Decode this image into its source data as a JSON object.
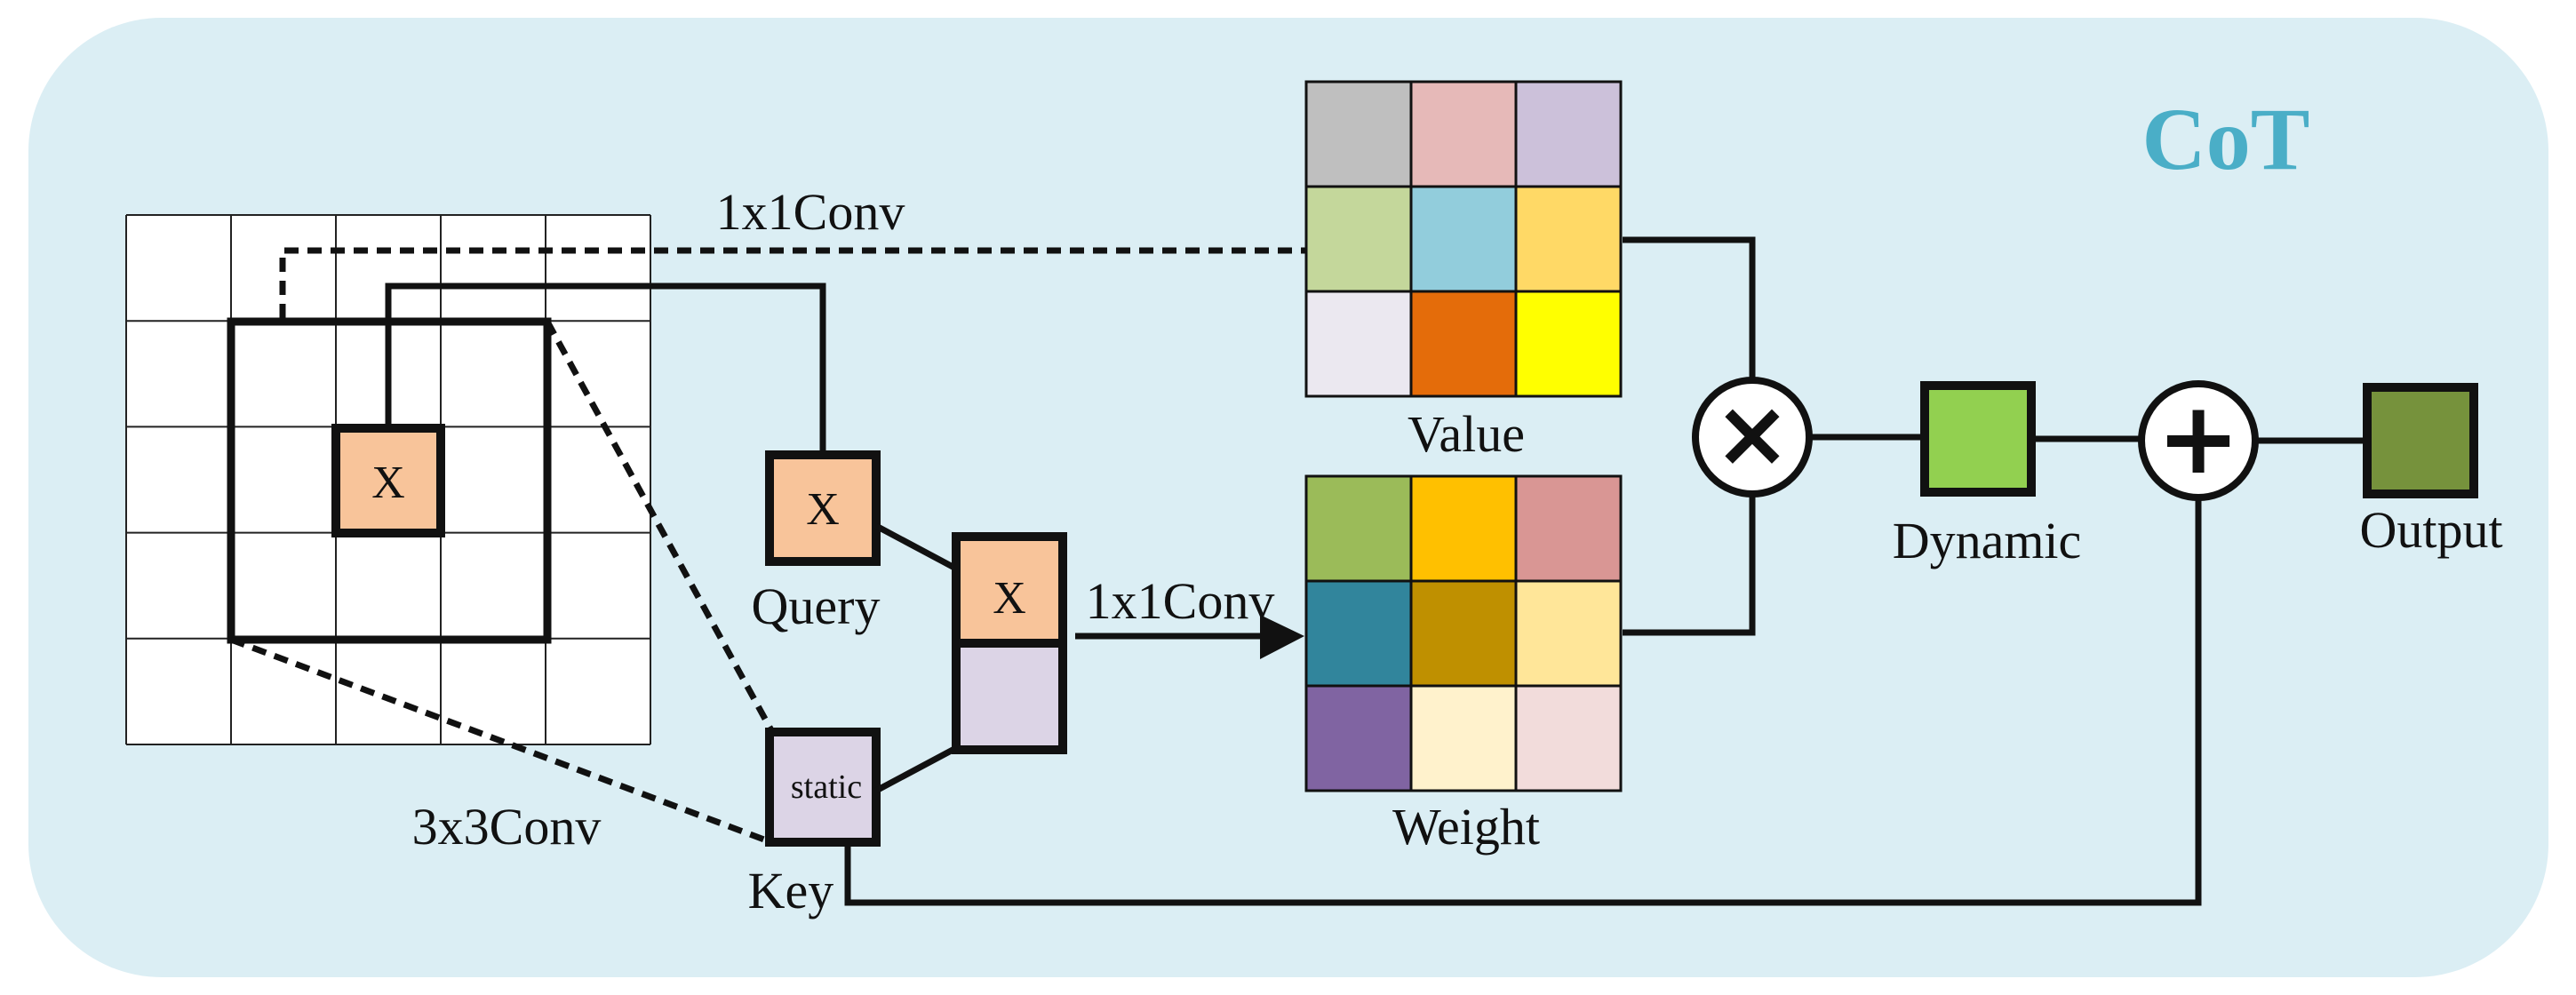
{
  "title": "CoT",
  "labels": {
    "conv_top": "1x1Conv",
    "conv_mid": "1x1Conv",
    "conv_bottom": "3x3Conv",
    "query": "Query",
    "key": "Key",
    "value": "Value",
    "weight": "Weight",
    "dynamic": "Dynamic",
    "output": "Output"
  },
  "blocks": {
    "center_symbol": "X",
    "query_symbol": "X",
    "concat_symbol": "X",
    "key_symbol": "static"
  },
  "operators": {
    "multiply": "×",
    "add": "+"
  },
  "colors": {
    "background": "#dbeef4",
    "title": "#4aaec7",
    "query_fill": "#f8c49a",
    "key_fill": "#dcd4e6",
    "dynamic_fill": "#92d050",
    "output_fill": "#76923c"
  },
  "value_grid": [
    [
      "#bfbfbf",
      "#e6b9b8",
      "#ccc1da"
    ],
    [
      "#c4d79b",
      "#92cddc",
      "#ffd966"
    ],
    [
      "#ebe8f0",
      "#e46c0a",
      "#ffff00"
    ]
  ],
  "weight_grid": [
    [
      "#9bbb59",
      "#ffc000",
      "#d99694"
    ],
    [
      "#31859c",
      "#bf9000",
      "#ffe699"
    ],
    [
      "#8064a2",
      "#fff2cc",
      "#f2dcdb"
    ]
  ]
}
